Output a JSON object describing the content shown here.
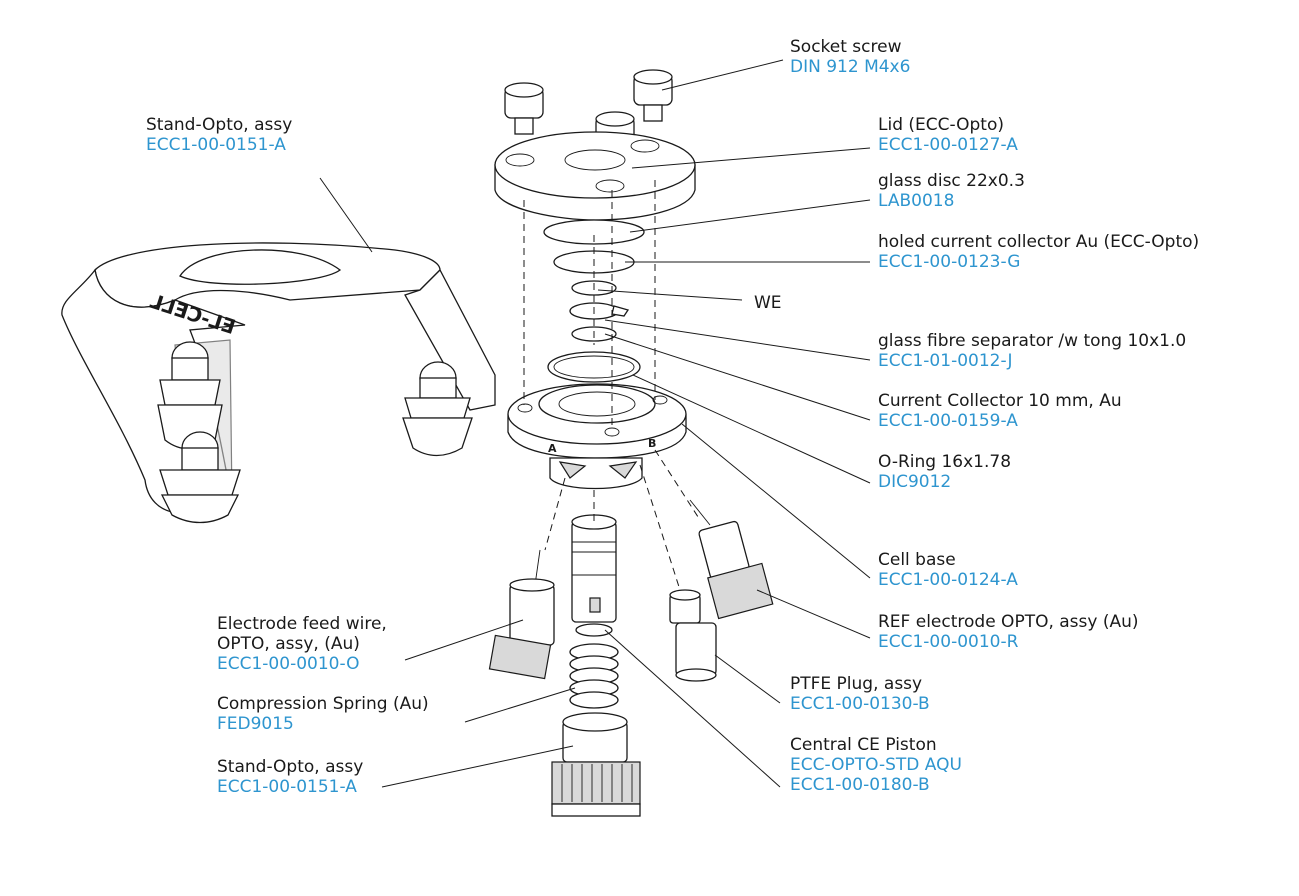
{
  "labels": {
    "socket_screw": {
      "name": "Socket screw",
      "code": "DIN 912 M4x6"
    },
    "stand_opto_top": {
      "name": "Stand-Opto, assy",
      "code": "ECC1-00-0151-A"
    },
    "lid": {
      "name": "Lid (ECC-Opto)",
      "code": "ECC1-00-0127-A"
    },
    "glass_disc": {
      "name": "glass disc 22x0.3",
      "code": "LAB0018"
    },
    "holed_collector": {
      "name": "holed current collector Au (ECC-Opto)",
      "code": "ECC1-00-0123-G"
    },
    "we": {
      "name": "WE"
    },
    "glass_fibre": {
      "name": "glass fibre separator /w tong 10x1.0",
      "code": "ECC1-01-0012-J"
    },
    "current_collector": {
      "name": "Current Collector 10 mm, Au",
      "code": "ECC1-00-0159-A"
    },
    "o_ring": {
      "name": "O-Ring 16x1.78",
      "code": "DIC9012"
    },
    "cell_base": {
      "name": "Cell base",
      "code": "ECC1-00-0124-A"
    },
    "ref_electrode": {
      "name": "REF electrode OPTO, assy (Au)",
      "code": "ECC1-00-0010-R"
    },
    "electrode_feed": {
      "name_line1": "Electrode feed wire,",
      "name_line2": "OPTO, assy, (Au)",
      "code": "ECC1-00-0010-O"
    },
    "ptfe_plug": {
      "name": "PTFE Plug, assy",
      "code": "ECC1-00-0130-B"
    },
    "compression_spring": {
      "name": "Compression Spring (Au)",
      "code": "FED9015"
    },
    "central_piston": {
      "name": "Central CE Piston",
      "code1": "ECC-OPTO-STD AQU",
      "code2": "ECC1-00-0180-B"
    },
    "stand_opto_bottom": {
      "name": "Stand-Opto, assy",
      "code": "ECC1-00-0151-A"
    }
  },
  "drawing_marks": {
    "stand_engraving": "EL-CELL",
    "port_a": "A",
    "port_b": "B"
  },
  "colors": {
    "label_text": "#1a1a1a",
    "part_code": "#2e95cf",
    "line": "#1a1a1a"
  }
}
